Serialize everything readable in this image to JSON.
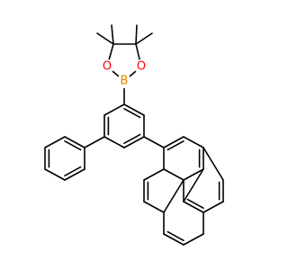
{
  "molecule": {
    "atom_labels": [
      {
        "id": "boron",
        "text": "B",
        "color": "#dd8800"
      },
      {
        "id": "oxygen-left",
        "text": "O",
        "color": "#ff0000"
      },
      {
        "id": "oxygen-right",
        "text": "O",
        "color": "#ff0000"
      }
    ],
    "bond_color": "#000000",
    "background": "#ffffff"
  }
}
